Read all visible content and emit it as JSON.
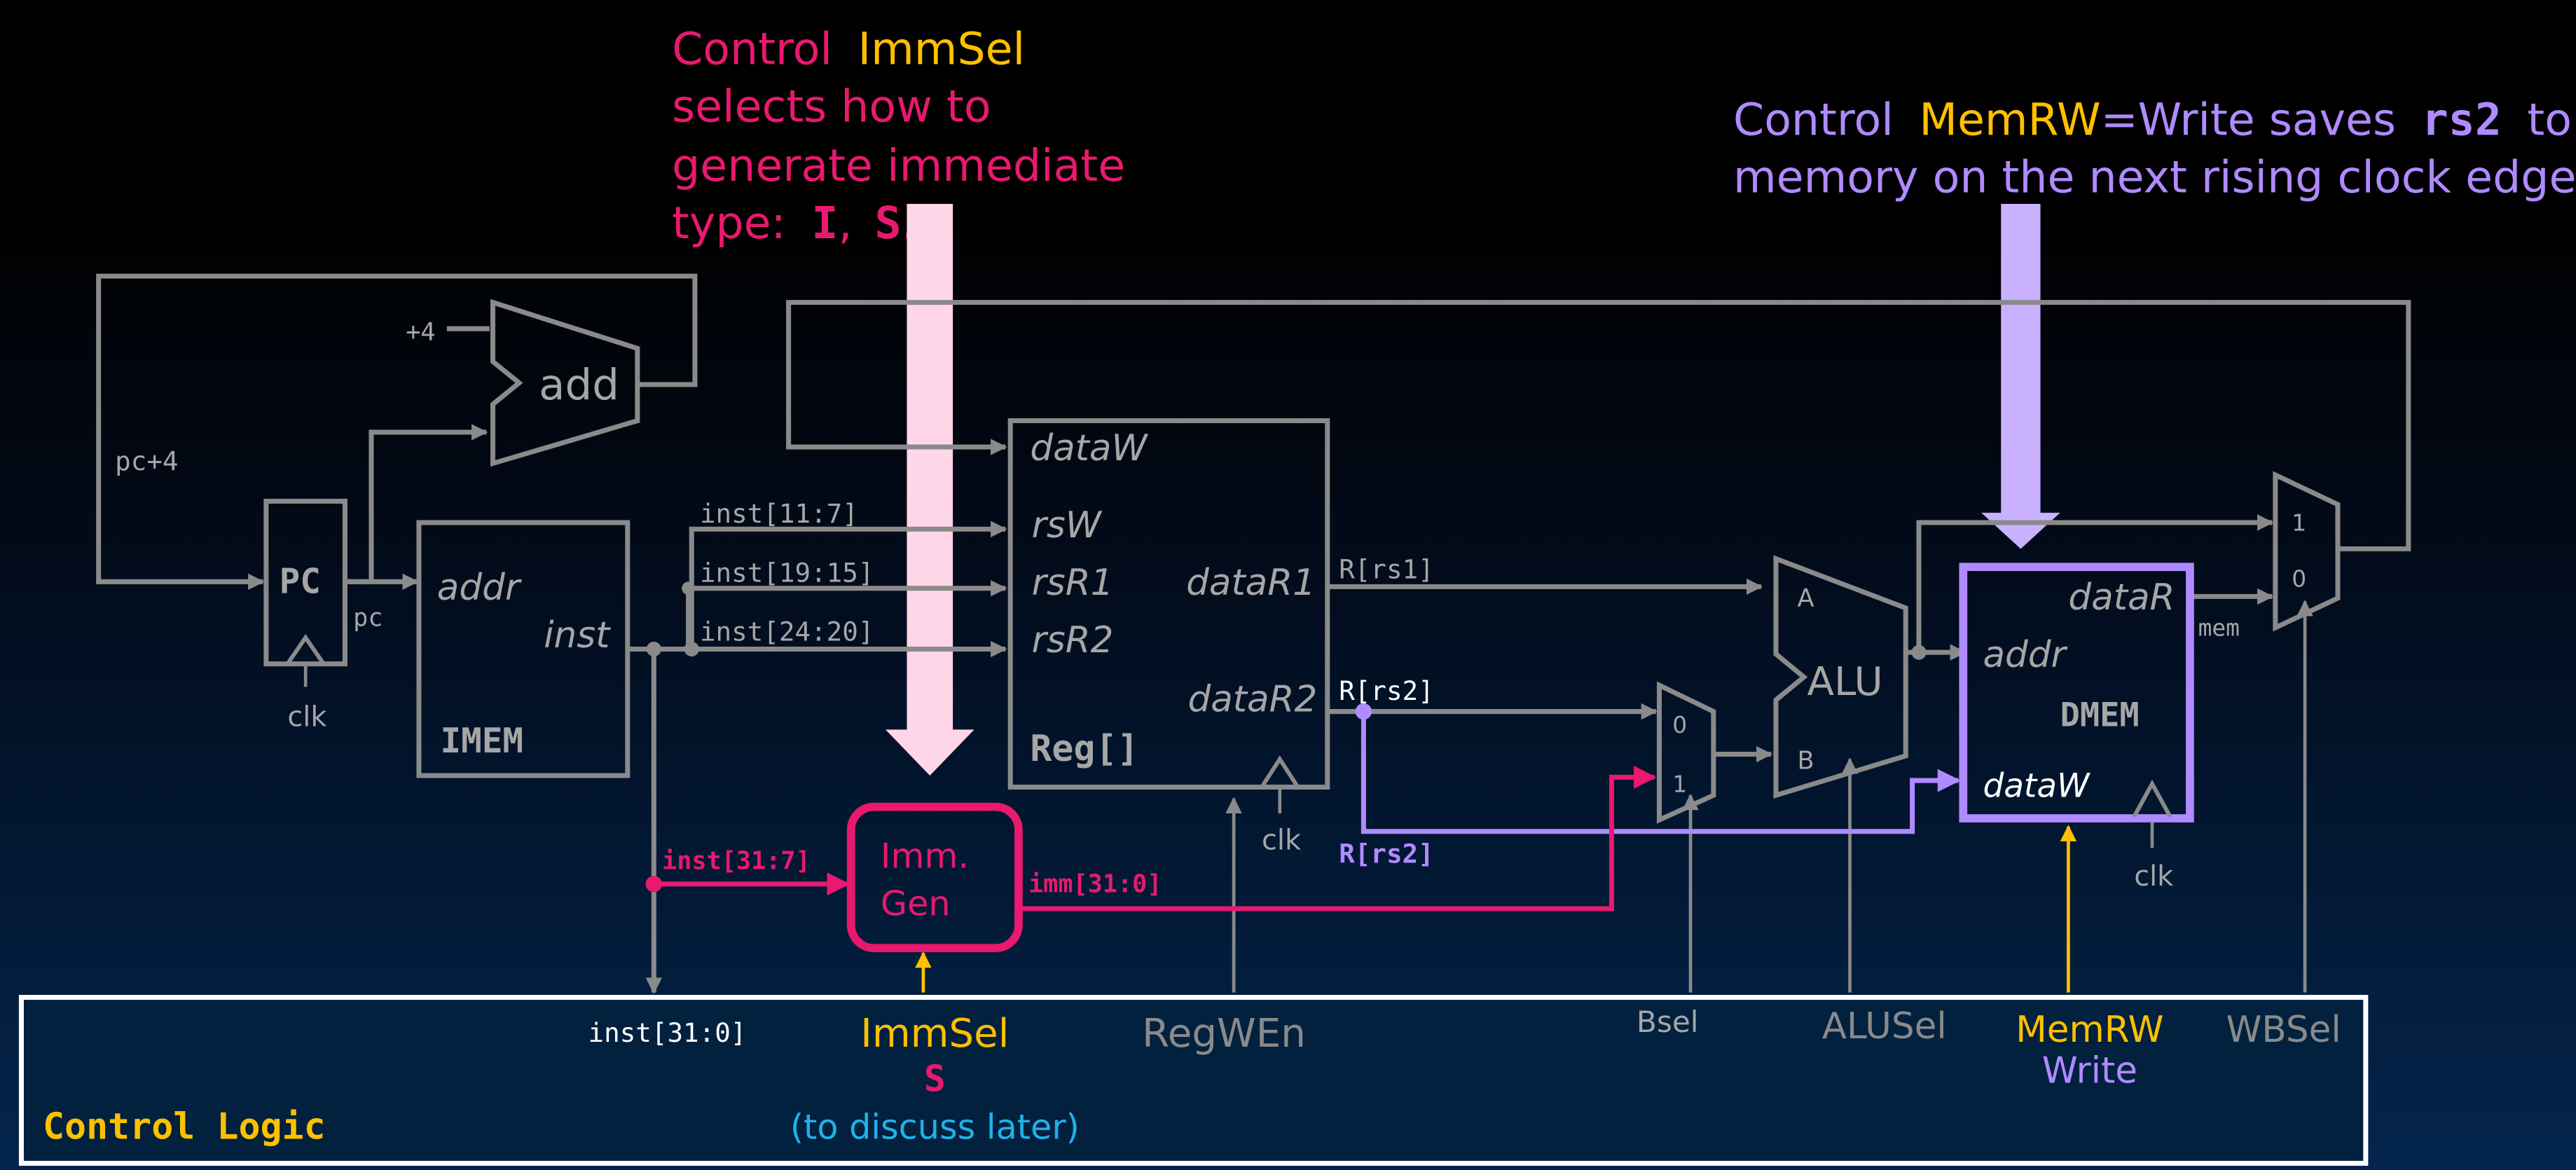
{
  "colors": {
    "wire": "#8a8a8a",
    "label": "#a6a6a6",
    "pink": "#e8196e",
    "yellow": "#ffc000",
    "purple": "#b08aff",
    "lightpink": "#ffd6e7",
    "lightpurple": "#c9b1ff",
    "cyan": "#1fb2e8",
    "white": "#ffffff"
  },
  "annotations": {
    "immsel": {
      "control": "Control",
      "immsel": "ImmSel",
      "line2": "selects how to",
      "line3": "generate immediate",
      "line4_prefix": "type:",
      "type_i": "I",
      "comma": ",",
      "type_s": "S",
      "period": "."
    },
    "memrw": {
      "control": "Control",
      "memrw": "MemRW",
      "eq_write": "=Write saves",
      "rs2": "rs2",
      "to": "to",
      "line2": "memory on the next rising clock edge."
    }
  },
  "blocks": {
    "pc": {
      "label": "PC",
      "out": "pc",
      "clk": "clk"
    },
    "add": {
      "label": "add",
      "plus4": "+4"
    },
    "pc4": "pc+4",
    "imem": {
      "label": "IMEM",
      "addr": "addr",
      "inst": "inst"
    },
    "reg": {
      "label": "Reg[]",
      "dataW": "dataW",
      "rsW": "rsW",
      "rsR1": "rsR1",
      "rsR2": "rsR2",
      "dataR1": "dataR1",
      "dataR2": "dataR2",
      "clk": "clk"
    },
    "immgen": {
      "line1": "Imm.",
      "line2": "Gen"
    },
    "alu": {
      "label": "ALU",
      "a": "A",
      "b": "B"
    },
    "bmux": {
      "in0": "0",
      "in1": "1"
    },
    "dmem": {
      "label": "DMEM",
      "dataR": "dataR",
      "addr": "addr",
      "dataW": "dataW",
      "clk": "clk"
    },
    "wbmux": {
      "in1": "1",
      "in0": "0",
      "mem": "mem"
    }
  },
  "wires": {
    "inst_11_7": "inst[11:7]",
    "inst_19_15": "inst[19:15]",
    "inst_24_20": "inst[24:20]",
    "inst_31_7": "inst[31:7]",
    "inst_31_0": "inst[31:0]",
    "imm_31_0": "imm[31:0]",
    "r_rs1": "R[rs1]",
    "r_rs2_top": "R[rs2]",
    "r_rs2_bottom": "R[rs2]"
  },
  "control": {
    "title": "Control Logic",
    "immsel": "ImmSel",
    "immsel_value": "S",
    "immsel_note": "(to discuss later)",
    "regwen": "RegWEn",
    "bsel": "Bsel",
    "alusel": "ALUSel",
    "memrw": "MemRW",
    "memrw_value": "Write",
    "wbsel": "WBSel"
  }
}
